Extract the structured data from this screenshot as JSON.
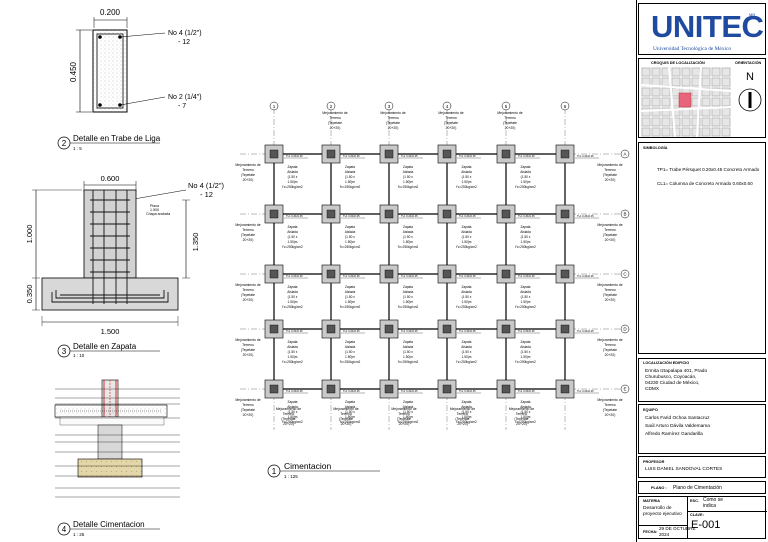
{
  "details": {
    "trabe": {
      "width_dim": "0.200",
      "height_dim": "0.450",
      "label_top_a": "No 4 (1/2\")",
      "label_top_b": "- 12",
      "label_bot_a": "No 2 (1/4\")",
      "label_bot_b": "- 7",
      "num": "2",
      "title": "Detalle en Trabe de Liga",
      "scale": "1 : 5"
    },
    "zapata": {
      "top_dim": "0.600",
      "label_a": "No 4 (1/2\")",
      "label_b": "- 12",
      "dim_1000": "1.000",
      "dim_1350": "1.350",
      "dim_0350": "0.350",
      "width_dim": "1.500",
      "plate_a": "Placa",
      "plate_b": "1.500",
      "plate_c": "Chapa anclada",
      "num": "3",
      "title": "Detalle en Zapata",
      "scale": "1 : 10"
    },
    "cimentacion": {
      "num": "4",
      "title": "Detalle Cimentacion",
      "scale": "1 : 25"
    }
  },
  "plan": {
    "column_ids": [
      "1",
      "2",
      "3",
      "4",
      "5",
      "6"
    ],
    "row_ids": [
      "A",
      "B",
      "C",
      "D",
      "E"
    ],
    "mejoramiento": [
      "Mejoramiento de",
      "Terreno",
      "(Tepetate",
      "20+20)"
    ],
    "zapata": [
      "Zapata",
      "Aislada",
      "(1.50 x",
      "1.50)m",
      "f'c=250kg/cm2"
    ],
    "trabe_tag": "TL1 0.20x0.45",
    "num": "1",
    "title": "Cimentacion",
    "scale": "1 : 125"
  },
  "sidebar": {
    "logo": "UNITEC",
    "logo_sub": "Universidad Tecnológica de México",
    "logo_mark": "MR",
    "croquis_label": "CROQUIS DE LOCALIZACIÓN",
    "orientacion_label": "ORIENTACIÓN",
    "north": "N",
    "simbologia_label": "SIMBOLOGÍA",
    "simbologia": [
      "TP1= Trabe Pérsquet 0.20x0.45 Concreto Armado",
      "CL1= Columna de Concreto Armado 0.60x0.60"
    ],
    "localizacion_label": "LOCALIZACIÓN EDIFICIO",
    "localizacion": [
      "Ermita Iztapalapa 401, Prado",
      "Churubusco, Coyoacán,",
      "04230 Ciudad de México,",
      "CDMX"
    ],
    "equipo_label": "EQUIPO",
    "equipo": [
      "Carlos Farid Ochoa Santacruz",
      "Saúl Arturo Dávila Valdemama",
      "Alfredo Ramírez Gandarilla"
    ],
    "profesor_label": "PROFESOR",
    "profesor": "LUIS DANIEL SANDOVAL CORTES",
    "plano_label": "PLANO :",
    "plano": "Plano de Cimentación",
    "materia_label": "MATERIA",
    "materia": [
      "Desarrollo de",
      "proyecto ejecutivo"
    ],
    "esc_label": "ESC.",
    "esc": [
      "Como se",
      "indica"
    ],
    "clave_label": "CLAVE:",
    "clave": "E-001",
    "fecha_label": "FECHA:",
    "fecha": [
      "29 DE OCTUBRE",
      "2024"
    ]
  }
}
